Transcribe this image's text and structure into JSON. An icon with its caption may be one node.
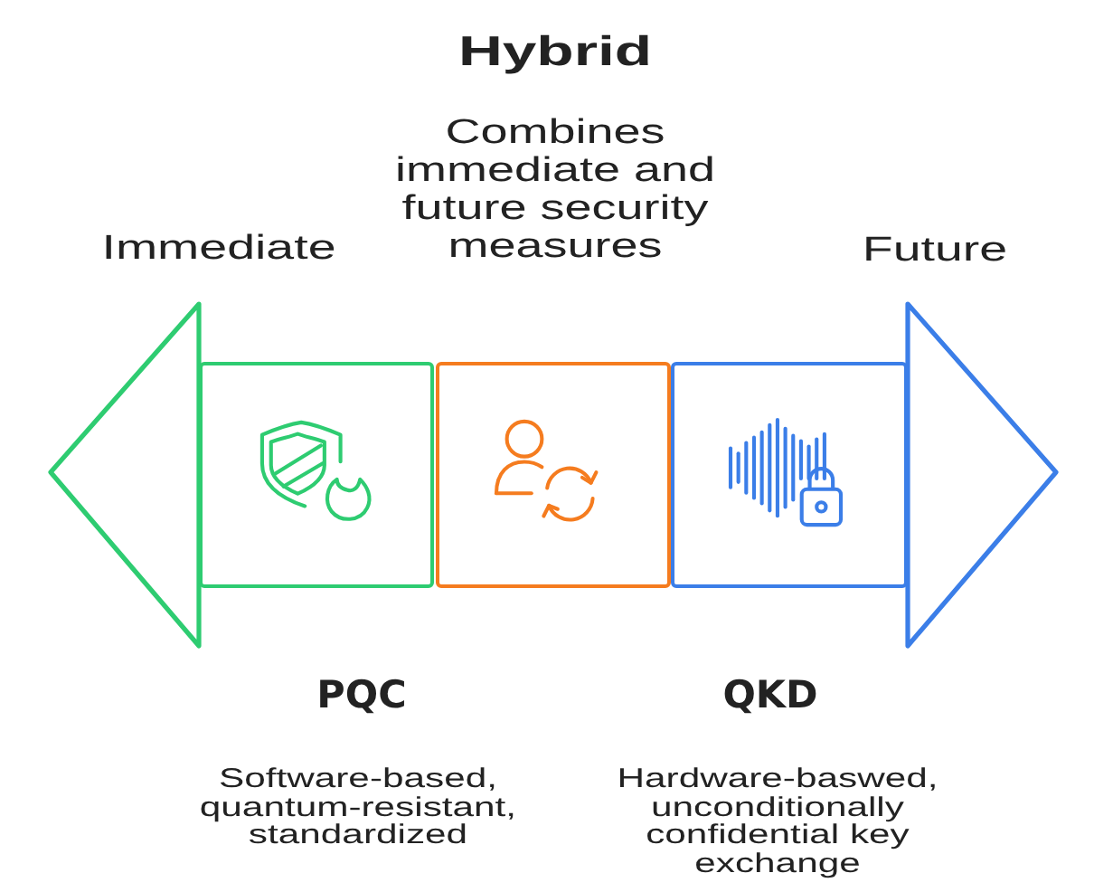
{
  "diagram": {
    "nodes": [
      {
        "text": [
          "PQC"
        ]
      },
      {
        "text": [
          "Hybrid",
          "Combines immediate and future security measures"
        ]
      },
      {
        "text": [
          "QKD"
        ]
      }
    ],
    "labels": [
      "Immediate",
      "Future",
      "Software-based, quantum-resistant, standardized",
      "Hardware-baswed, unconditionally confidential key exchange"
    ]
  }
}
